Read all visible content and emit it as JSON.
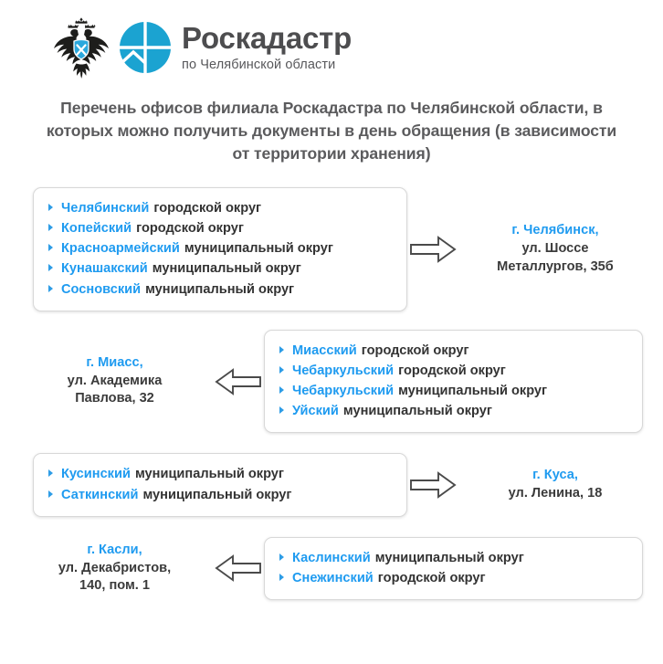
{
  "header": {
    "emblem_icon": "russian-double-headed-eagle-emblem",
    "logo_icon": "roskadastr-circle-logo",
    "wordmark": "Роскадастр",
    "subtitle": "по Челябинской области",
    "brand_color": "#1ba3d1",
    "wordmark_color": "#4d4d4f"
  },
  "title": "Перечень офисов филиала Роскадастра по Челябинской области, в которых можно получить документы в день обращения (в зависимости от территории хранения)",
  "colors": {
    "accent_blue": "#1f9bf0",
    "text_dark": "#3b3b3b",
    "title_gray": "#5b5b5d",
    "panel_border": "#d8d8d8"
  },
  "rows": [
    {
      "layout": "list-left",
      "arrow_icon": "arrow-right-icon",
      "districts": [
        {
          "name": "Челябинский",
          "type": "городской округ"
        },
        {
          "name": "Копейский",
          "type": "городской округ"
        },
        {
          "name": "Красноармейский",
          "type": "муниципальный округ"
        },
        {
          "name": "Кунашакский",
          "type": "муниципальный округ"
        },
        {
          "name": "Сосновский",
          "type": "муниципальный округ"
        }
      ],
      "address": {
        "city": "г. Челябинск,",
        "lines": [
          "ул. Шоссе",
          "Металлургов, 35б"
        ]
      }
    },
    {
      "layout": "list-right",
      "arrow_icon": "arrow-left-icon",
      "districts": [
        {
          "name": "Миасский",
          "type": "городской округ"
        },
        {
          "name": "Чебаркульский",
          "type": "городской округ"
        },
        {
          "name": "Чебаркульский",
          "type": "муниципальный округ"
        },
        {
          "name": "Уйский",
          "type": "муниципальный округ"
        }
      ],
      "address": {
        "city": "г. Миасс,",
        "lines": [
          "ул. Академика",
          "Павлова, 32"
        ]
      }
    },
    {
      "layout": "list-left",
      "arrow_icon": "arrow-right-icon",
      "districts": [
        {
          "name": "Кусинский",
          "type": "муниципальный округ"
        },
        {
          "name": "Саткинский",
          "type": "муниципальный округ"
        }
      ],
      "address": {
        "city": "г. Куса,",
        "lines": [
          "ул. Ленина, 18"
        ]
      }
    },
    {
      "layout": "list-right",
      "arrow_icon": "arrow-left-icon",
      "districts": [
        {
          "name": "Каслинский",
          "type": "муниципальный округ"
        },
        {
          "name": "Снежинский",
          "type": "городской округ"
        }
      ],
      "address": {
        "city": "г. Касли,",
        "lines": [
          "ул. Декабристов,",
          "140, пом. 1"
        ]
      }
    }
  ]
}
